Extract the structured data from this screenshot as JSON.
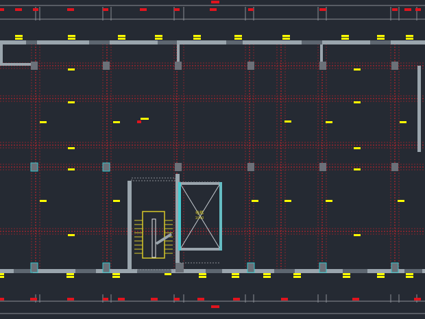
{
  "drawing": {
    "background": "#252a33",
    "colors": {
      "axis_line": "#d8202a",
      "wall": "#9aa5ad",
      "wall_cyan": "#35c6cc",
      "column": "#6b7078",
      "tag": "#ffff00",
      "red_tag": "#e0141e",
      "stair_outline": "#d6c829",
      "dim_line": "#8a8f96",
      "cyan_trim": "#2fd3d9",
      "label_text": "#d6c829"
    },
    "elevator_label": "电梯",
    "elevator_sub": "1000",
    "grid_lines_vertical": 10,
    "grid_lines_horizontal": 6
  }
}
